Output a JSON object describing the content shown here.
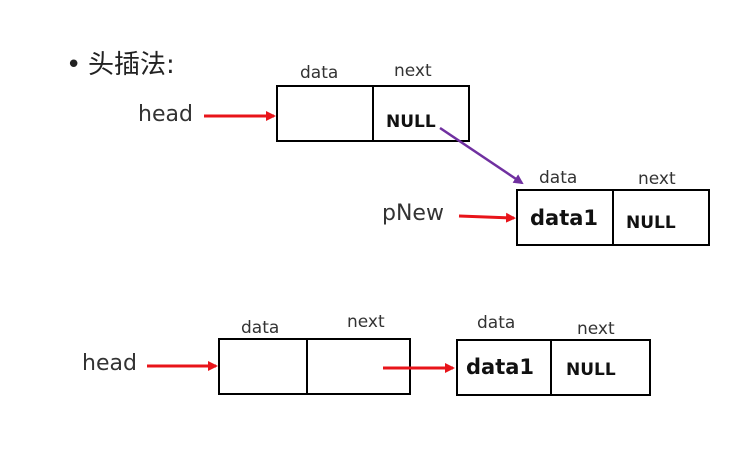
{
  "title": {
    "bullet": "•",
    "text": "头插法:"
  },
  "diagram1": {
    "head_label": "head",
    "node_a": {
      "data_label": "data",
      "next_label": "next",
      "next_value": "NULL"
    },
    "pnew_label": "pNew",
    "node_new": {
      "data_label": "data",
      "next_label": "next",
      "data_value": "data1",
      "next_value": "NULL"
    }
  },
  "diagram2": {
    "head_label": "head",
    "node_a": {
      "data_label": "data",
      "next_label": "next"
    },
    "node_new": {
      "data_label": "data",
      "next_label": "next",
      "data_value": "data1",
      "next_value": "NULL"
    }
  },
  "colors": {
    "arrow_red": "#e8141a",
    "arrow_purple": "#7030a0",
    "stroke": "#000000"
  }
}
